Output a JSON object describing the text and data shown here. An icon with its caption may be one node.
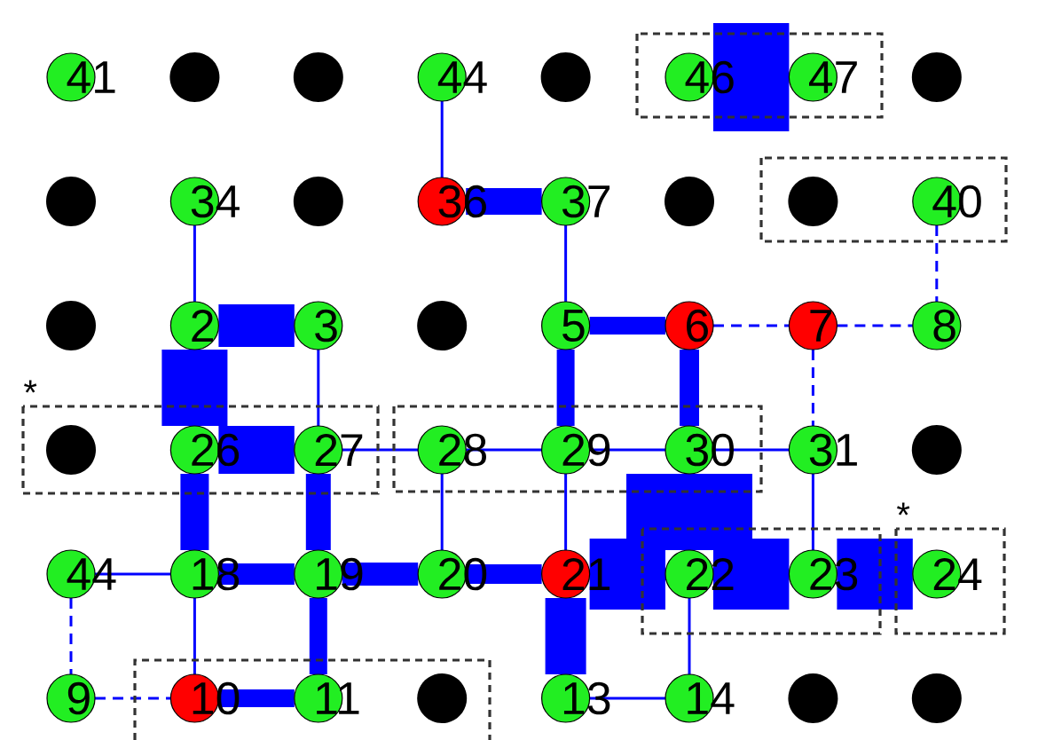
{
  "diagram": {
    "nodes": [
      {
        "text": [
          "41"
        ]
      },
      {
        "text": [],
        "shape": "circle"
      },
      {
        "text": [],
        "shape": "circle"
      },
      {
        "text": [
          "44"
        ]
      },
      {
        "text": [],
        "shape": "circle"
      },
      {
        "text": [],
        "shape": "box"
      },
      {
        "text": [
          "46"
        ],
        "in": 5
      },
      {
        "text": [
          "47"
        ],
        "in": 5
      },
      {
        "text": [],
        "shape": "circle"
      },
      {
        "text": [],
        "shape": "circle"
      },
      {
        "text": [
          "34"
        ]
      },
      {
        "text": [],
        "shape": "circle"
      },
      {
        "text": [
          "36"
        ]
      },
      {
        "text": [
          "37"
        ]
      },
      {
        "text": [],
        "shape": "circle"
      },
      {
        "text": [],
        "shape": "box"
      },
      {
        "text": [],
        "shape": "circle",
        "in": 15
      },
      {
        "text": [
          "40"
        ],
        "in": 15
      },
      {
        "text": [],
        "shape": "circle"
      },
      {
        "text": [
          "2"
        ]
      },
      {
        "text": [
          "3"
        ]
      },
      {
        "text": [],
        "shape": "circle"
      },
      {
        "text": [
          "5"
        ]
      },
      {
        "text": [
          "6"
        ]
      },
      {
        "text": [
          "7"
        ]
      },
      {
        "text": [
          "8"
        ]
      },
      {
        "text": [],
        "shape": "box",
        "beside": [
          "*"
        ]
      },
      {
        "text": [],
        "shape": "circle",
        "in": 26
      },
      {
        "text": [
          "26"
        ],
        "in": 26
      },
      {
        "text": [
          "27"
        ],
        "in": 26
      },
      {
        "text": [],
        "shape": "box"
      },
      {
        "text": [
          "28"
        ],
        "in": 30
      },
      {
        "text": [
          "29"
        ],
        "in": 30
      },
      {
        "text": [
          "30"
        ],
        "in": 30
      },
      {
        "text": [
          "31"
        ]
      },
      {
        "text": [],
        "shape": "circle"
      },
      {
        "text": [
          "44"
        ]
      },
      {
        "text": [
          "18"
        ]
      },
      {
        "text": [
          "19"
        ]
      },
      {
        "text": [
          "20"
        ]
      },
      {
        "text": [
          "21"
        ]
      },
      {
        "text": [],
        "shape": "box"
      },
      {
        "text": [
          "22"
        ],
        "in": 41
      },
      {
        "text": [
          "23"
        ],
        "in": 41
      },
      {
        "text": [],
        "shape": "box",
        "beside": [
          "*"
        ]
      },
      {
        "text": [
          "24"
        ],
        "in": 44
      },
      {
        "text": [
          "9"
        ]
      },
      {
        "text": [],
        "shape": "box"
      },
      {
        "text": [
          "10"
        ],
        "in": 47
      },
      {
        "text": [
          "11"
        ],
        "in": 47
      },
      {
        "text": [],
        "shape": "circle",
        "in": 47
      },
      {
        "text": [
          "13"
        ]
      },
      {
        "text": [
          "14"
        ]
      },
      {
        "text": [],
        "shape": "circle"
      },
      {
        "text": [],
        "shape": "circle"
      }
    ],
    "edges": [
      {
        "from": 3,
        "to": 12,
        "arrow": "none"
      },
      {
        "from": 12,
        "to": 13,
        "arrow": "none",
        "style": "thick"
      },
      {
        "from": 13,
        "to": 22,
        "arrow": "none"
      },
      {
        "from": 6,
        "to": 7,
        "arrow": "none",
        "style": "thick"
      },
      {
        "from": 10,
        "to": 19,
        "arrow": "none"
      },
      {
        "from": 19,
        "to": 20,
        "arrow": "none",
        "style": "thick"
      },
      {
        "from": 19,
        "to": 28,
        "arrow": "none",
        "style": "thick"
      },
      {
        "from": 20,
        "to": 29,
        "arrow": "none"
      },
      {
        "from": 22,
        "to": 23,
        "arrow": "none",
        "style": "thick"
      },
      {
        "from": 22,
        "to": 32,
        "arrow": "none",
        "style": "thick"
      },
      {
        "from": 23,
        "to": 33,
        "arrow": "none",
        "style": "thick"
      },
      {
        "from": 23,
        "to": 24,
        "arrow": "none",
        "style": "dashed"
      },
      {
        "from": 24,
        "to": 25,
        "arrow": "none",
        "style": "dashed"
      },
      {
        "from": 17,
        "to": 25,
        "arrow": "none",
        "style": "dashed"
      },
      {
        "from": 24,
        "to": 34,
        "arrow": "none",
        "style": "dashed"
      },
      {
        "from": 28,
        "to": 29,
        "arrow": "none",
        "style": "thick"
      },
      {
        "from": 29,
        "to": 31,
        "arrow": "none"
      },
      {
        "from": 31,
        "to": 32,
        "arrow": "none"
      },
      {
        "from": 32,
        "to": 33,
        "arrow": "none"
      },
      {
        "from": 33,
        "to": 34,
        "arrow": "none"
      },
      {
        "from": 28,
        "to": 37,
        "arrow": "none",
        "style": "thick"
      },
      {
        "from": 29,
        "to": 38,
        "arrow": "none",
        "style": "thick"
      },
      {
        "from": 31,
        "to": 39,
        "arrow": "none"
      },
      {
        "from": 32,
        "to": 40,
        "arrow": "none"
      },
      {
        "from": 33,
        "to": 42,
        "arrow": "none",
        "style": "thick"
      },
      {
        "from": 34,
        "to": 43,
        "arrow": "none"
      },
      {
        "from": 36,
        "to": 37,
        "arrow": "none"
      },
      {
        "from": 37,
        "to": 38,
        "arrow": "none",
        "style": "thick"
      },
      {
        "from": 38,
        "to": 39,
        "arrow": "none",
        "style": "thick"
      },
      {
        "from": 39,
        "to": 40,
        "arrow": "none",
        "style": "thick"
      },
      {
        "from": 40,
        "to": 42,
        "arrow": "none",
        "style": "thick"
      },
      {
        "from": 42,
        "to": 43,
        "arrow": "none",
        "style": "thick"
      },
      {
        "from": 43,
        "to": 45,
        "arrow": "none",
        "style": "thick"
      },
      {
        "from": 36,
        "to": 46,
        "arrow": "none",
        "style": "dashed"
      },
      {
        "from": 46,
        "to": 48,
        "arrow": "none",
        "style": "dashed"
      },
      {
        "from": 37,
        "to": 48,
        "arrow": "none"
      },
      {
        "from": 38,
        "to": 49,
        "arrow": "none",
        "style": "thick"
      },
      {
        "from": 48,
        "to": 49,
        "arrow": "none",
        "style": "thick"
      },
      {
        "from": 40,
        "to": 51,
        "arrow": "none",
        "style": "thick"
      },
      {
        "from": 51,
        "to": 52,
        "arrow": "none"
      },
      {
        "from": 42,
        "to": 52,
        "arrow": "none"
      }
    ]
  }
}
